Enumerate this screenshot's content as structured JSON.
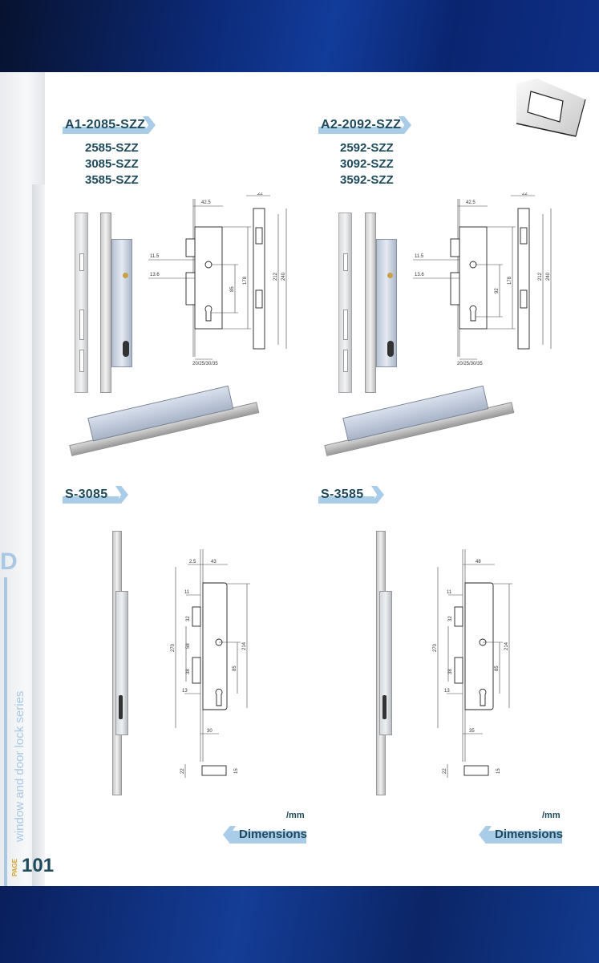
{
  "sidebar": {
    "section_letter": "D",
    "series_title": "window and door lock series",
    "page_label": "PAGE",
    "page_number": "101"
  },
  "products": [
    {
      "model": "A1-2085-SZZ",
      "variants": [
        "2585-SZZ",
        "3085-SZZ",
        "3585-SZZ"
      ],
      "dims": {
        "width": "42.5",
        "strike_width": "22",
        "d1": "11.5",
        "d2": "13.6",
        "center": "85",
        "body": "178",
        "strike_inner": "212",
        "strike_len": "240",
        "backset": "20/25/30/35"
      }
    },
    {
      "model": "A2-2092-SZZ",
      "variants": [
        "2592-SZZ",
        "3092-SZZ",
        "3592-SZZ"
      ],
      "dims": {
        "width": "42.5",
        "strike_width": "22",
        "d1": "11.5",
        "d2": "13.6",
        "center": "92",
        "body": "178",
        "strike_inner": "212",
        "strike_len": "240",
        "backset": "20/25/30/35"
      }
    },
    {
      "model": "S-3085",
      "dims": {
        "t": "2.5",
        "width": "43",
        "d1": "11",
        "d2": "32",
        "total": "270",
        "d3": "58",
        "d4": "38",
        "d5": "13",
        "body": "214",
        "center": "85",
        "backset": "30",
        "h": "22",
        "w": "15"
      }
    },
    {
      "model": "S-3585",
      "dims": {
        "width": "48",
        "d1": "11",
        "d2": "32",
        "total": "270",
        "d4": "38",
        "d5": "13",
        "body": "214",
        "center": "85",
        "backset": "35",
        "h": "22",
        "w": "15"
      }
    }
  ],
  "footer": {
    "unit": "/mm",
    "dimensions_label": "Dimensions"
  },
  "colors": {
    "text": "#1e4a5c",
    "accent": "#a9cce8",
    "background": "#0d2a6e"
  }
}
